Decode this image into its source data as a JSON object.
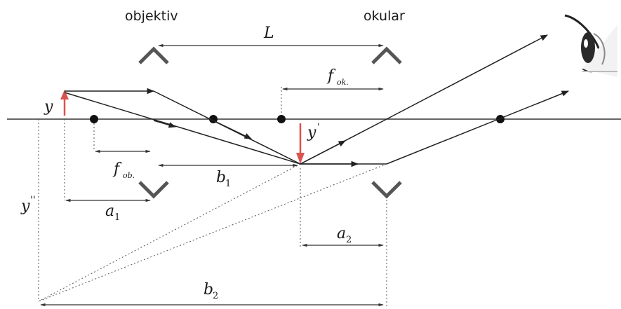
{
  "labels": {
    "objective": "objektiv",
    "eyepiece": "okular",
    "tube_length": "L",
    "object": "y",
    "intermediate_image": "y",
    "intermediate_image_prime": "'",
    "virtual_image": "y",
    "virtual_image_prime": "''",
    "f_objective": "f",
    "f_objective_sub": "ob.",
    "f_eyepiece": "f",
    "f_eyepiece_sub": "ok.",
    "a1": "a",
    "a1_sub": "1",
    "b1": "b",
    "b1_sub": "1",
    "a2": "a",
    "a2_sub": "2",
    "b2": "b",
    "b2_sub": "2"
  },
  "colors": {
    "line": "#222222",
    "lens": "#555555",
    "arrow_red": "#d9534f",
    "dotted": "#555555"
  }
}
